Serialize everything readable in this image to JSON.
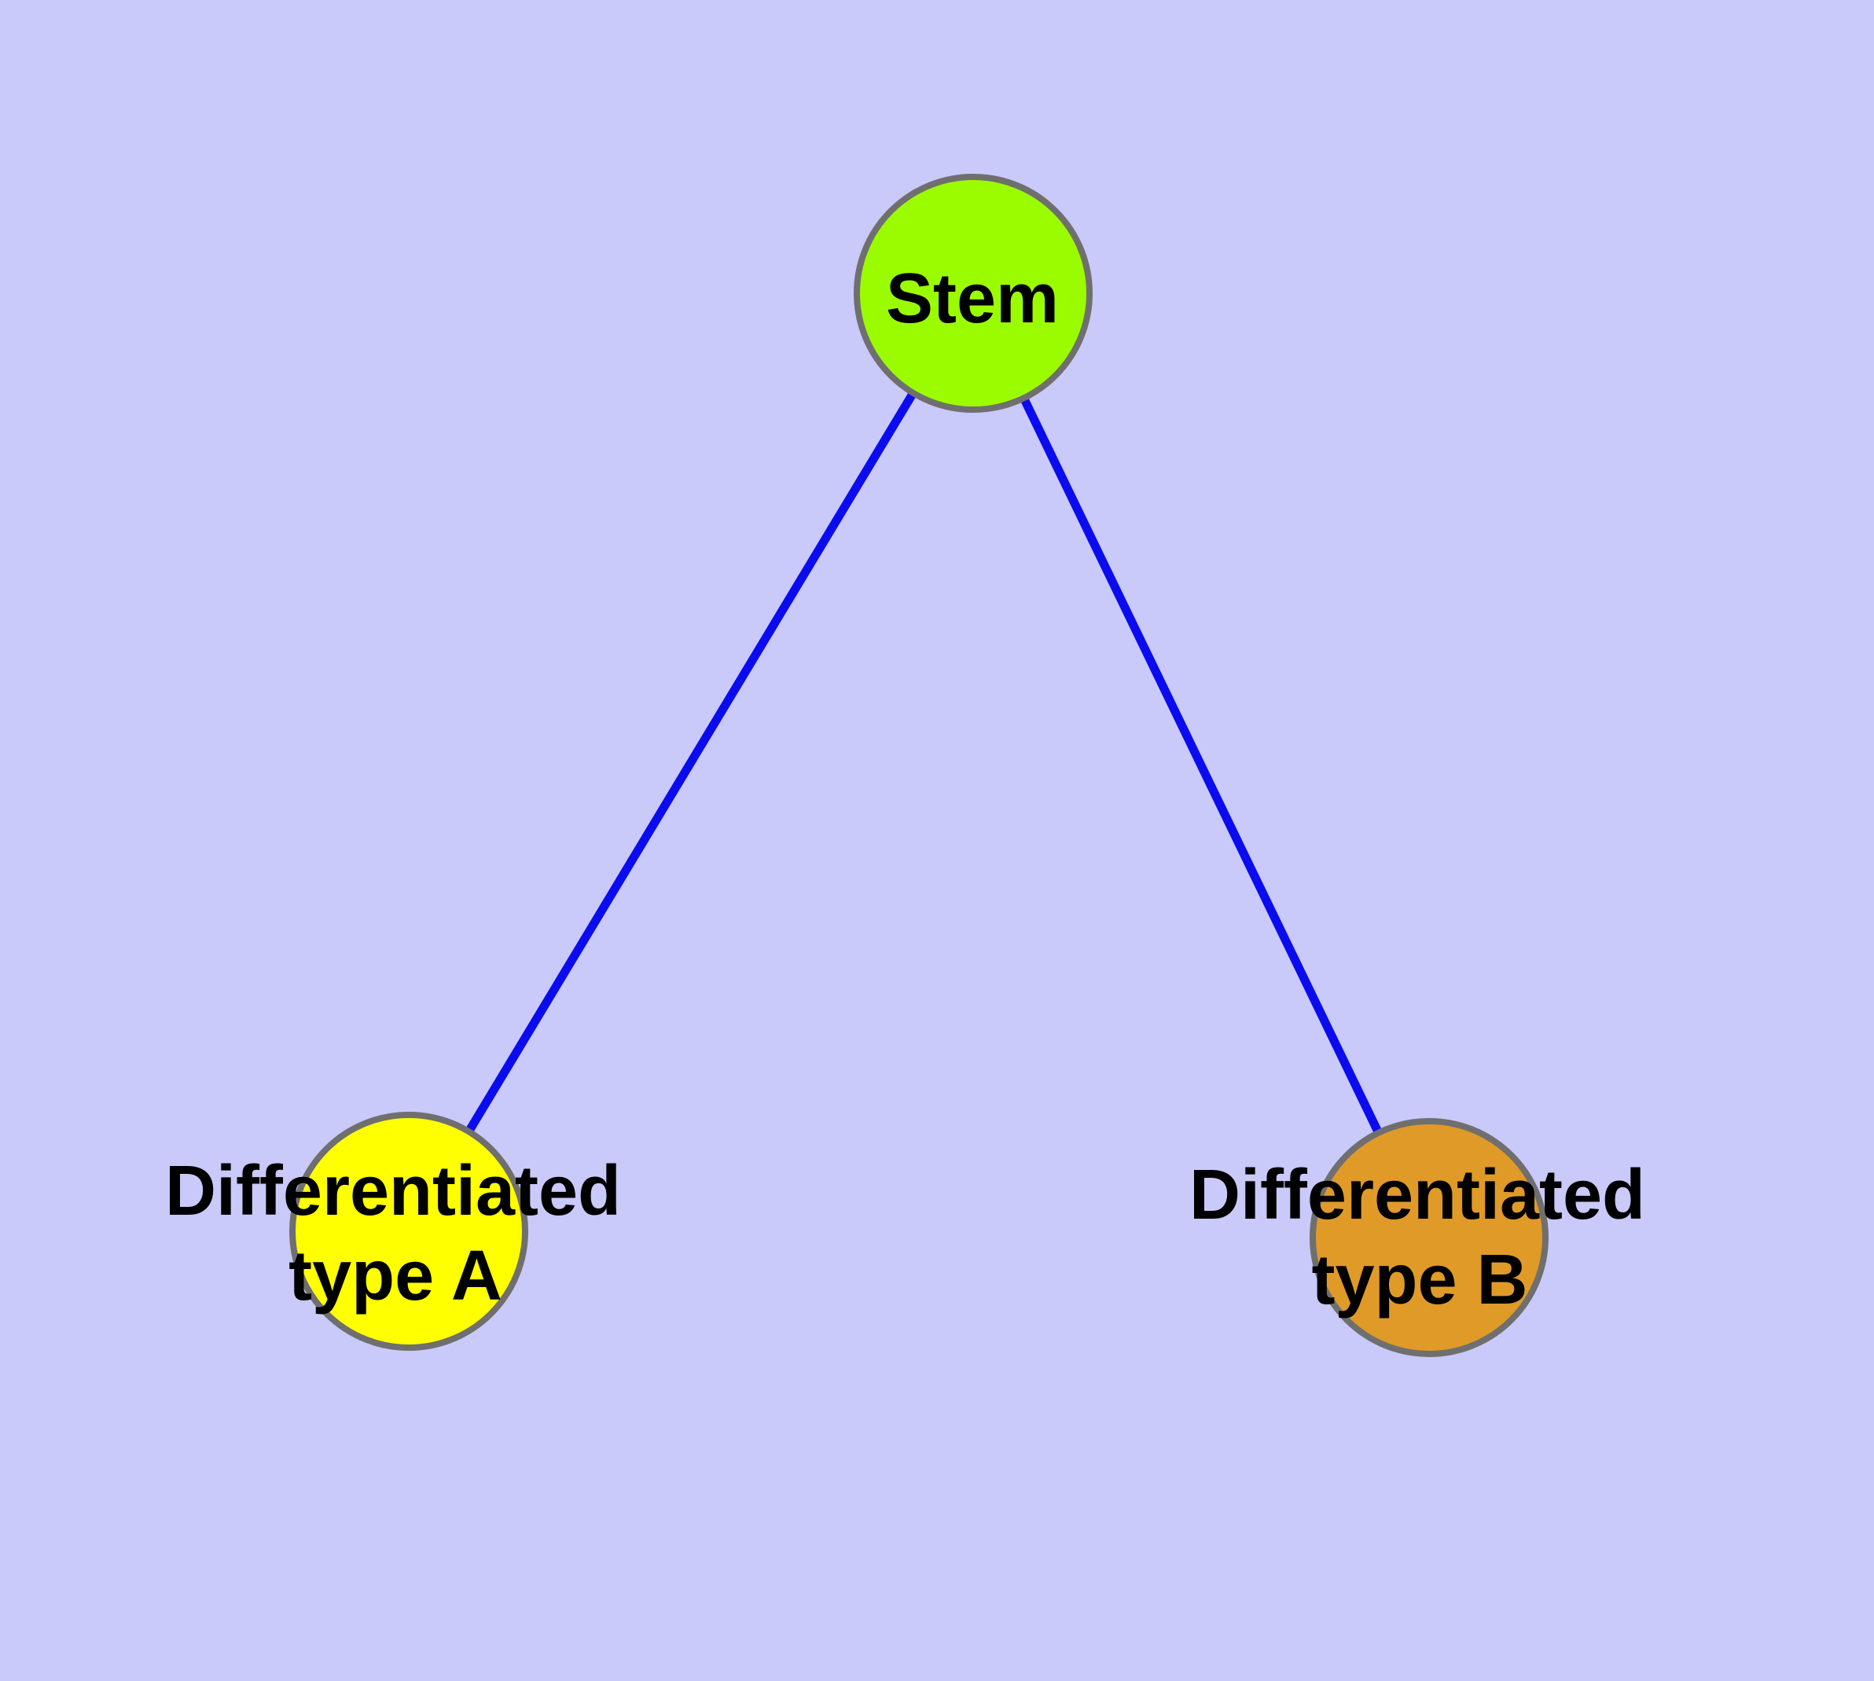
{
  "diagram": {
    "type": "node-link-graph",
    "description": "Cell differentiation hierarchy: a stem node connected to two differentiated cell type nodes",
    "background_color": "#C9C9FA",
    "edge_color": "#0B0BEF",
    "node_border_color": "#6F6F6F",
    "label_color": "#000000",
    "nodes": [
      {
        "id": "stem",
        "label": "Stem",
        "fill": "#9BFC00"
      },
      {
        "id": "diff-type-a",
        "label": "Differentiated type A",
        "label_line1": "Differentiated",
        "label_line2": "type A",
        "fill": "#E09A28-placeholder-not-used"
      },
      {
        "id": "diff-type-b",
        "label": "Differentiated type B",
        "label_line1": "Differentiated",
        "label_line2": "type B",
        "fill": "#E09A28"
      }
    ],
    "node_fills": {
      "stem": "#9BFC00",
      "diff_type_a": "#FFFF00",
      "diff_type_b": "#E09A28"
    },
    "edges": [
      {
        "from": "stem",
        "to": "diff-type-a"
      },
      {
        "from": "stem",
        "to": "diff-type-b"
      }
    ]
  }
}
